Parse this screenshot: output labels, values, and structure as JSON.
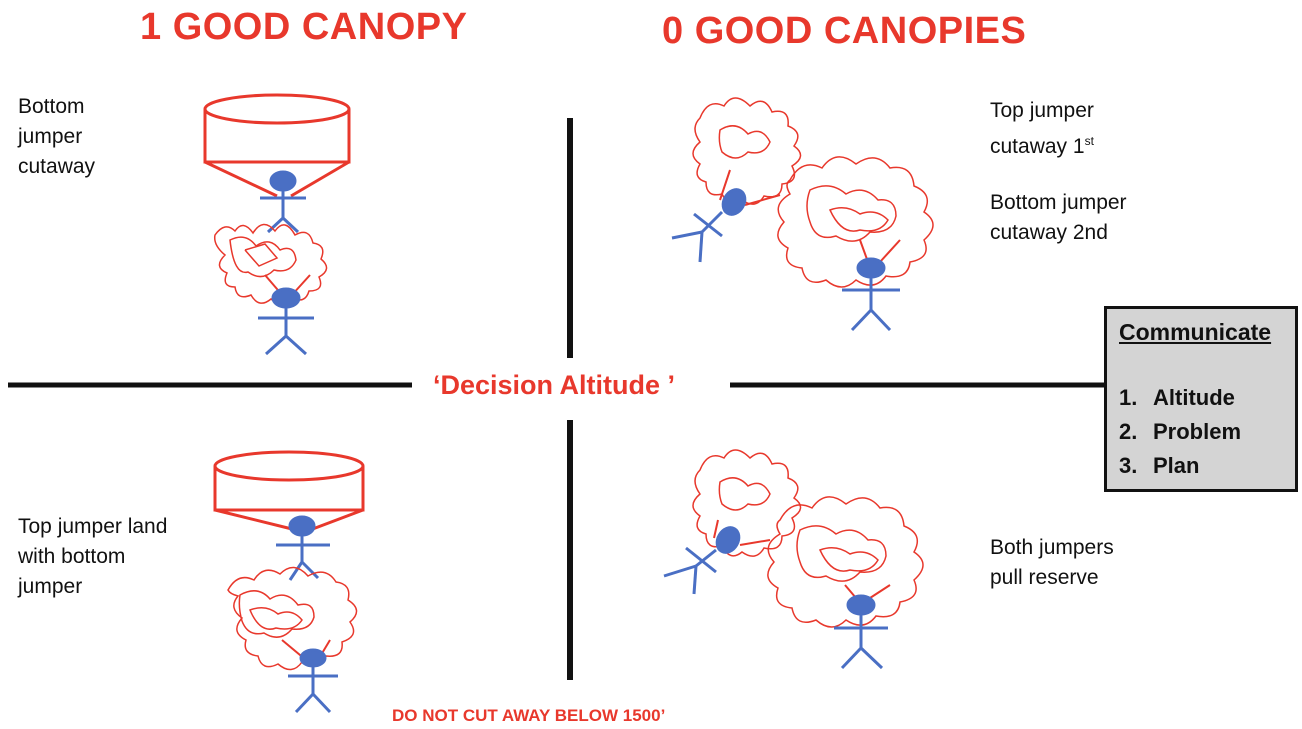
{
  "headings": {
    "left": "1 GOOD CANOPY",
    "right": "0 GOOD CANOPIES"
  },
  "quadrants": {
    "top_left_label": "Bottom jumper cutaway",
    "top_right_label_1_pre": "Top jumper cutaway 1",
    "top_right_label_1_sup": "st",
    "top_right_label_2": "Bottom jumper cutaway 2nd",
    "bottom_left_label": "Top jumper land with bottom jumper",
    "bottom_right_label": "Both jumpers pull reserve"
  },
  "decision_line": "‘Decision Altitude ’",
  "warning": "DO NOT CUT AWAY BELOW 1500’",
  "communicate": {
    "title": "Communicate",
    "items": [
      {
        "num": "1.",
        "text": "Altitude"
      },
      {
        "num": "2.",
        "text": "Problem"
      },
      {
        "num": "3.",
        "text": "Plan"
      }
    ]
  },
  "colors": {
    "accent_red": "#e8382c",
    "figure_blue": "#4a6fc4",
    "line_black": "#111111",
    "box_gray": "#d4d4d4"
  }
}
